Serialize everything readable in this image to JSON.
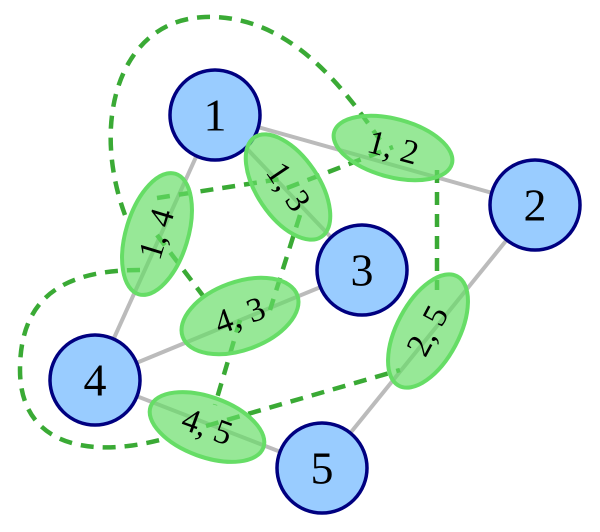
{
  "diagram": {
    "description": "Graph with its line graph overlay",
    "colors": {
      "node_fill": "#99ccff",
      "node_stroke": "#000080",
      "edge": "#bbbbbb",
      "line_node_fill": "#90ee90",
      "line_node_stroke": "#66dd66",
      "line_edge": "#3aaa35"
    },
    "nodes": [
      {
        "id": "1",
        "label": "1"
      },
      {
        "id": "2",
        "label": "2"
      },
      {
        "id": "3",
        "label": "3"
      },
      {
        "id": "4",
        "label": "4"
      },
      {
        "id": "5",
        "label": "5"
      }
    ],
    "edges": [
      {
        "from": "1",
        "to": "2"
      },
      {
        "from": "1",
        "to": "3"
      },
      {
        "from": "1",
        "to": "4"
      },
      {
        "from": "4",
        "to": "3"
      },
      {
        "from": "2",
        "to": "5"
      },
      {
        "from": "4",
        "to": "5"
      }
    ],
    "line_nodes": [
      {
        "id": "12",
        "label": "1, 2"
      },
      {
        "id": "13",
        "label": "1, 3"
      },
      {
        "id": "14",
        "label": "1, 4"
      },
      {
        "id": "43",
        "label": "4, 3"
      },
      {
        "id": "25",
        "label": "2, 5"
      },
      {
        "id": "45",
        "label": "4, 5"
      }
    ],
    "line_edges": [
      {
        "from": "14",
        "to": "12"
      },
      {
        "from": "14",
        "to": "13"
      },
      {
        "from": "13",
        "to": "12"
      },
      {
        "from": "14",
        "to": "43"
      },
      {
        "from": "13",
        "to": "43"
      },
      {
        "from": "12",
        "to": "25"
      },
      {
        "from": "43",
        "to": "45"
      },
      {
        "from": "45",
        "to": "25"
      },
      {
        "from": "14",
        "to": "45"
      }
    ]
  }
}
